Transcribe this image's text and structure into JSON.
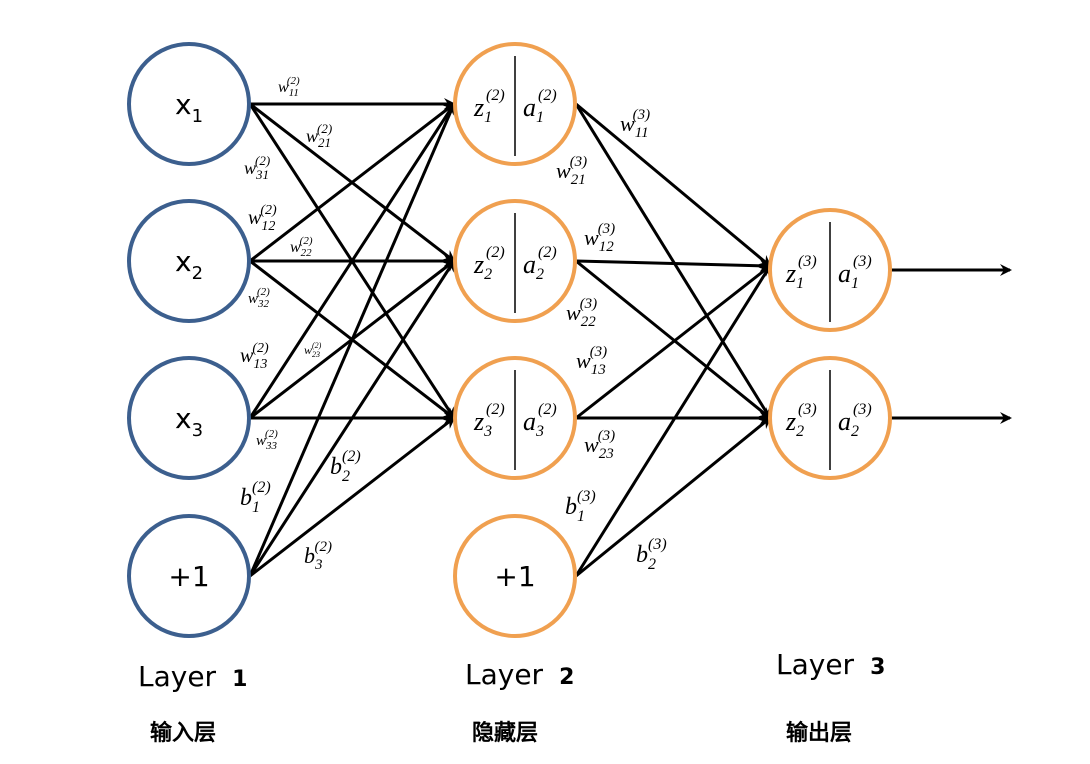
{
  "input_layer": {
    "nodes": [
      {
        "name": "x",
        "sub": "1"
      },
      {
        "name": "x",
        "sub": "2"
      },
      {
        "name": "x",
        "sub": "3"
      }
    ],
    "bias": "+1"
  },
  "hidden_layer": {
    "nodes": [
      {
        "z": "z",
        "zsub": "1",
        "zsup": "(2)",
        "a": "a",
        "asub": "1",
        "asup": "(2)"
      },
      {
        "z": "z",
        "zsub": "2",
        "zsup": "(2)",
        "a": "a",
        "asub": "2",
        "asup": "(2)"
      },
      {
        "z": "z",
        "zsub": "3",
        "zsup": "(2)",
        "a": "a",
        "asub": "3",
        "asup": "(2)"
      }
    ],
    "bias": "+1"
  },
  "output_layer": {
    "nodes": [
      {
        "z": "z",
        "zsub": "1",
        "zsup": "(3)",
        "a": "a",
        "asub": "1",
        "asup": "(3)"
      },
      {
        "z": "z",
        "zsub": "2",
        "zsup": "(3)",
        "a": "a",
        "asub": "2",
        "asup": "(3)"
      }
    ]
  },
  "weights": {
    "l2": [
      {
        "base": "w",
        "sub": "11",
        "sup": "(2)"
      },
      {
        "base": "w",
        "sub": "21",
        "sup": "(2)"
      },
      {
        "base": "w",
        "sub": "31",
        "sup": "(2)"
      },
      {
        "base": "w",
        "sub": "12",
        "sup": "(2)"
      },
      {
        "base": "w",
        "sub": "22",
        "sup": "(2)"
      },
      {
        "base": "w",
        "sub": "32",
        "sup": "(2)"
      },
      {
        "base": "w",
        "sub": "13",
        "sup": "(2)"
      },
      {
        "base": "w",
        "sub": "23",
        "sup": "(2)"
      },
      {
        "base": "w",
        "sub": "33",
        "sup": "(2)"
      }
    ],
    "b2": [
      {
        "base": "b",
        "sub": "1",
        "sup": "(2)"
      },
      {
        "base": "b",
        "sub": "2",
        "sup": "(2)"
      },
      {
        "base": "b",
        "sub": "3",
        "sup": "(2)"
      }
    ],
    "l3": [
      {
        "base": "w",
        "sub": "11",
        "sup": "(3)"
      },
      {
        "base": "w",
        "sub": "21",
        "sup": "(3)"
      },
      {
        "base": "w",
        "sub": "12",
        "sup": "(3)"
      },
      {
        "base": "w",
        "sub": "22",
        "sup": "(3)"
      },
      {
        "base": "w",
        "sub": "13",
        "sup": "(3)"
      },
      {
        "base": "w",
        "sub": "23",
        "sup": "(3)"
      }
    ],
    "b3": [
      {
        "base": "b",
        "sub": "1",
        "sup": "(3)"
      },
      {
        "base": "b",
        "sub": "2",
        "sup": "(3)"
      }
    ]
  },
  "labels": {
    "layer1": {
      "word": "Layer",
      "num": "1",
      "cn": "输入层"
    },
    "layer2": {
      "word": "Layer",
      "num": "2",
      "cn": "隐藏层"
    },
    "layer3": {
      "word": "Layer",
      "num": "3",
      "cn": "输出层"
    }
  },
  "colors": {
    "input_stroke": "#3c5f8e",
    "hidden_stroke": "#f0a050",
    "edge": "#000000"
  }
}
